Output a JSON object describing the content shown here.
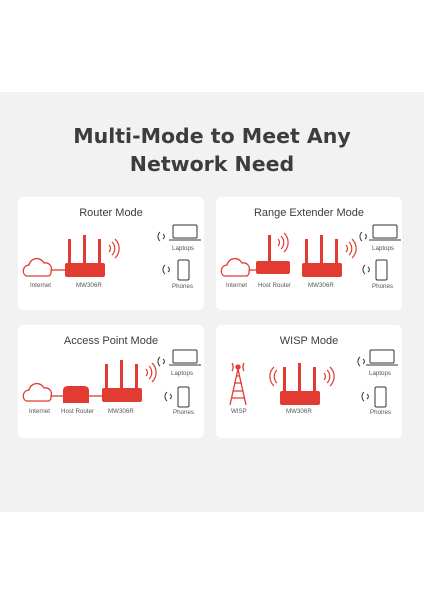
{
  "heading": {
    "line1": "Multi-Mode to Meet Any",
    "line2": "Network Need"
  },
  "colors": {
    "accent": "#e23b31",
    "text": "#3d3d3d",
    "panel": "#f2f2f2"
  },
  "cards": [
    {
      "title": "Router Mode",
      "labels": {
        "internet": "Internet",
        "router": "MW306R",
        "laptops": "Laptops",
        "phones": "Phones"
      }
    },
    {
      "title": "Range Extender Mode",
      "labels": {
        "internet": "Internet",
        "host": "Host Router",
        "router": "MW306R",
        "laptops": "Laptops",
        "phones": "Phones"
      }
    },
    {
      "title": "Access Point Mode",
      "labels": {
        "internet": "Internet",
        "host": "Host Router",
        "router": "MW306R",
        "laptops": "Laptops",
        "phones": "Phones"
      }
    },
    {
      "title": "WISP Mode",
      "labels": {
        "wisp": "WISP",
        "router": "MW306R",
        "laptops": "Laptops",
        "phones": "Phones"
      }
    }
  ]
}
